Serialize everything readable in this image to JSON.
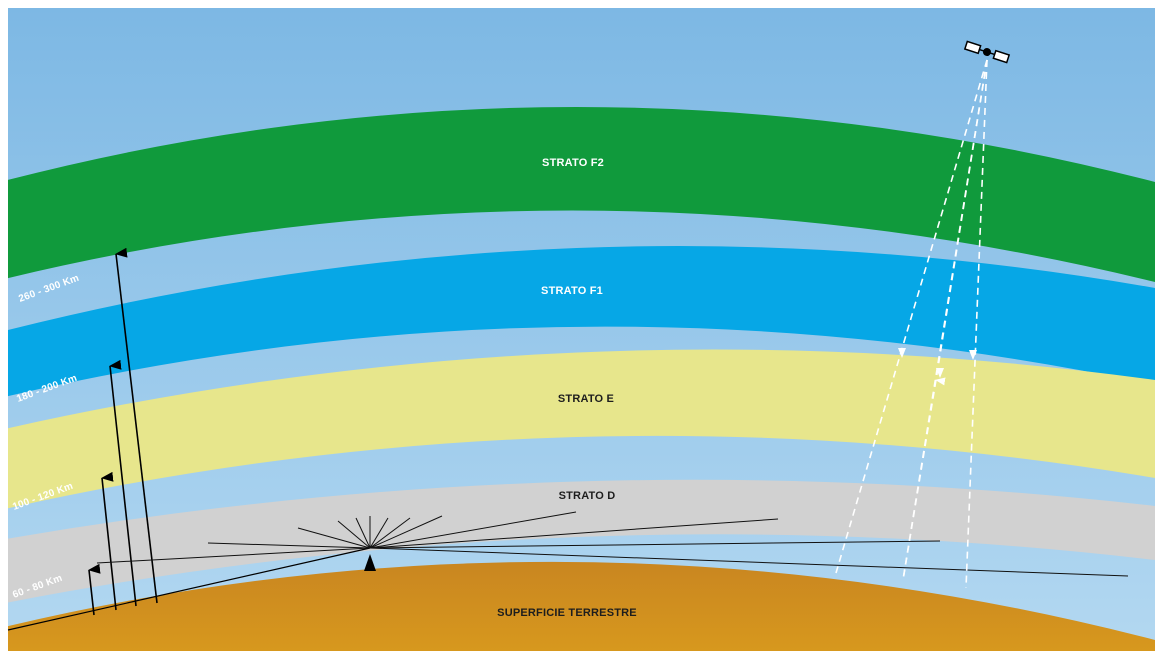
{
  "labels": {
    "strato_f2": "STRATO F2",
    "strato_f1": "STRATO F1",
    "strato_e": "STRATO E",
    "strato_d": "STRATO D",
    "surface": "SUPERFICIE TERRESTRE"
  },
  "altitudes": {
    "f2": "260 - 300 Km",
    "f1": "180 - 200 Km",
    "e": "100 - 120 Km",
    "d": "60 - 80 Km"
  },
  "colors": {
    "sky_top": "#7db8e4",
    "sky_bottom": "#a9d2ef",
    "layer_f2": "#109a3c",
    "layer_f1": "#06a7e6",
    "layer_e": "#e7e68c",
    "layer_d": "#d1d1d1",
    "earth": "#cf8d22",
    "earth_dark": "#b97416",
    "white_label": "#ffffff",
    "dark_label": "#1d1d1d",
    "ray": "#000000",
    "sat_ray": "#ffffff"
  },
  "icons": {
    "satellite": "satellite-icon",
    "transmitter": "antenna-icon"
  }
}
